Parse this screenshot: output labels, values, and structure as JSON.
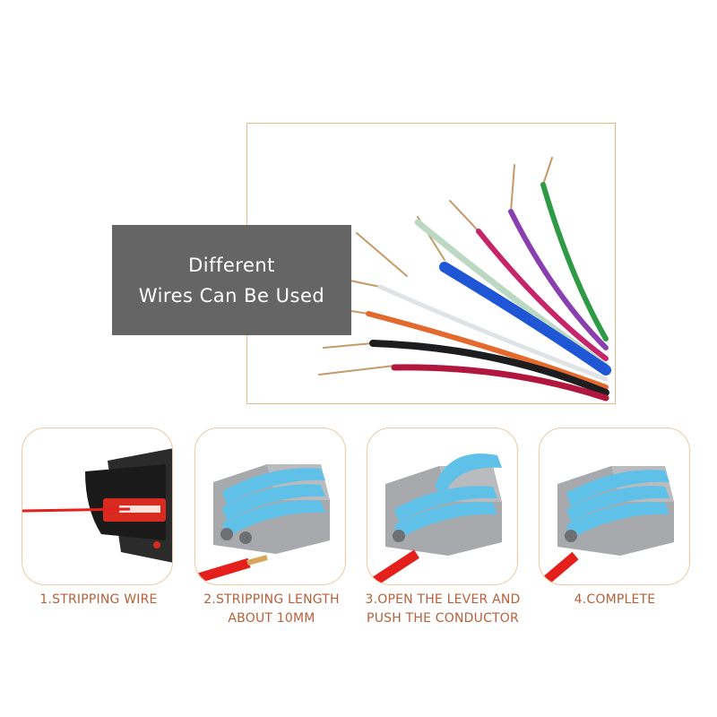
{
  "banner": {
    "line1": "Different",
    "line2": "Wires Can Be Used"
  },
  "steps": [
    {
      "line1": "1.STRIPPING WIRE",
      "line2": ""
    },
    {
      "line1": "2.STRIPPING LENGTH",
      "line2": "ABOUT 10MM"
    },
    {
      "line1": "3.OPEN THE LEVER AND",
      "line2": "PUSH THE CONDUCTOR"
    },
    {
      "line1": "4.COMPLETE",
      "line2": ""
    }
  ],
  "colors": {
    "frame_border": "#e9b98a",
    "card_border": "#f2c79f",
    "caption_text": "#b7603a",
    "label_background": "#656565",
    "connector_gray": "#a7a9ac",
    "lever_blue": "#5fc0e8",
    "wire_red": "#e3201b"
  },
  "icons": [
    "wire-bundle-photo",
    "wire-stripper-icon",
    "connector-closed-icon",
    "connector-open-lever-icon",
    "connector-complete-icon"
  ]
}
